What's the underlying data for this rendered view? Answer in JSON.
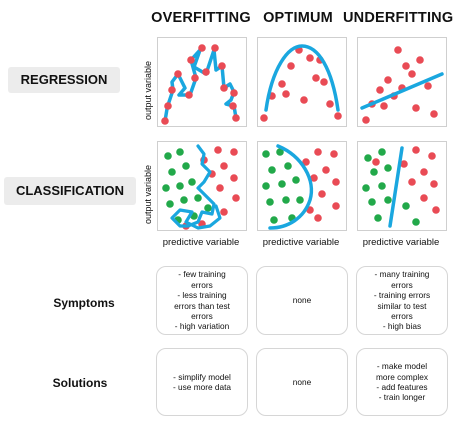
{
  "columns": [
    "OVERFITTING",
    "OPTIMUM",
    "UNDERFITTING"
  ],
  "rows": {
    "regression": "REGRESSION",
    "classification": "CLASSIFICATION",
    "symptoms": "Symptoms",
    "solutions": "Solutions"
  },
  "axis": {
    "y_regression": "output variable",
    "y_classification": "output variable",
    "x_classification": [
      "predictive variable",
      "predictive variable",
      "predictive variable"
    ]
  },
  "symptoms": [
    "- few training\nerrors\n- less training\nerrors than test\nerrors\n- high variation",
    "none",
    "- many training\nerrors\n- training errors\nsimilar to test\nerrors\n- high bias"
  ],
  "solutions": [
    "- simplify model\n- use more data",
    "none",
    "- make model\nmore complex\n- add features\n- train longer"
  ],
  "colors": {
    "red_point": "#e94b55",
    "green_point": "#22a94a",
    "fit_line": "#1aa7df",
    "row_label_bg": "#ececec"
  }
}
